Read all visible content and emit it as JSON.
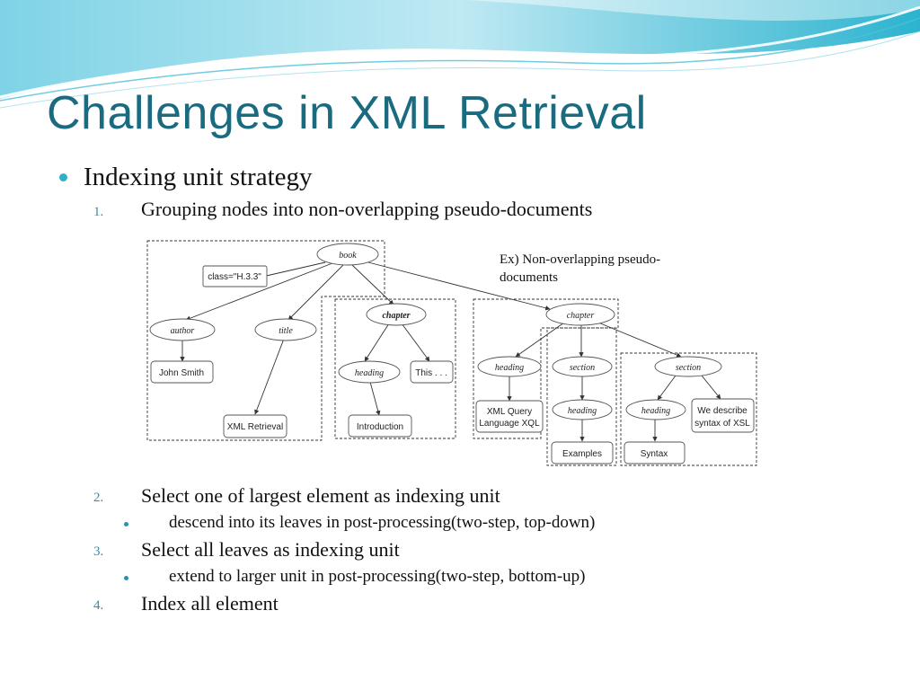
{
  "slide": {
    "title": "Challenges in XML Retrieval",
    "bullet": "Indexing unit strategy",
    "items": [
      {
        "num": "1.",
        "text": "Grouping nodes into non-overlapping pseudo-documents"
      },
      {
        "num": "2.",
        "text": "Select one of largest element as indexing unit",
        "sub": "descend into its leaves in post-processing(two-step, top-down)"
      },
      {
        "num": "3.",
        "text": "Select all leaves as indexing unit",
        "sub": "extend to larger unit in post-processing(two-step, bottom-up)"
      },
      {
        "num": "4.",
        "text": "Index all element"
      }
    ],
    "example_note": "Ex) Non-overlapping pseudo-documents",
    "accent_colors": {
      "title": "#1a6b80",
      "bullet": "#2fb0c9",
      "numbering": "#2a8fb0"
    }
  },
  "diagram": {
    "nodes": {
      "book": "book",
      "class_attr": "class=\"H.3.3\"",
      "author": "author",
      "title": "title",
      "john_smith": "John Smith",
      "xml_retrieval": "XML Retrieval",
      "chapter1": "chapter",
      "heading1": "heading",
      "this": "This . . .",
      "introduction": "Introduction",
      "chapter2": "chapter",
      "heading2": "heading",
      "xml_query_line1": "XML Query",
      "xml_query_line2": "Language XQL",
      "section1": "section",
      "heading3": "heading",
      "examples": "Examples",
      "section2": "section",
      "heading4": "heading",
      "we_describe_line1": "We describe",
      "we_describe_line2": "syntax of XSL",
      "syntax": "Syntax"
    }
  }
}
